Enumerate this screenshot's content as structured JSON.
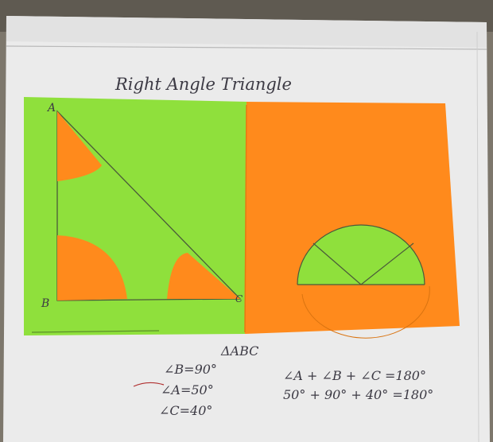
{
  "title": "Right Angle Triangle",
  "vertices": {
    "a": "A",
    "b": "B",
    "c": "C"
  },
  "triangle_label": "ΔABC",
  "angles_left": [
    "∠B=90°",
    "∠A=50°",
    "∠C=40°"
  ],
  "angles_right": [
    "∠A + ∠B + ∠C =180°",
    "50° + 90° + 40° =180°"
  ],
  "colors": {
    "green": "#8fe03c",
    "orange": "#ff8a1c",
    "paper": "#ececec",
    "ink": "#3c3a44"
  }
}
